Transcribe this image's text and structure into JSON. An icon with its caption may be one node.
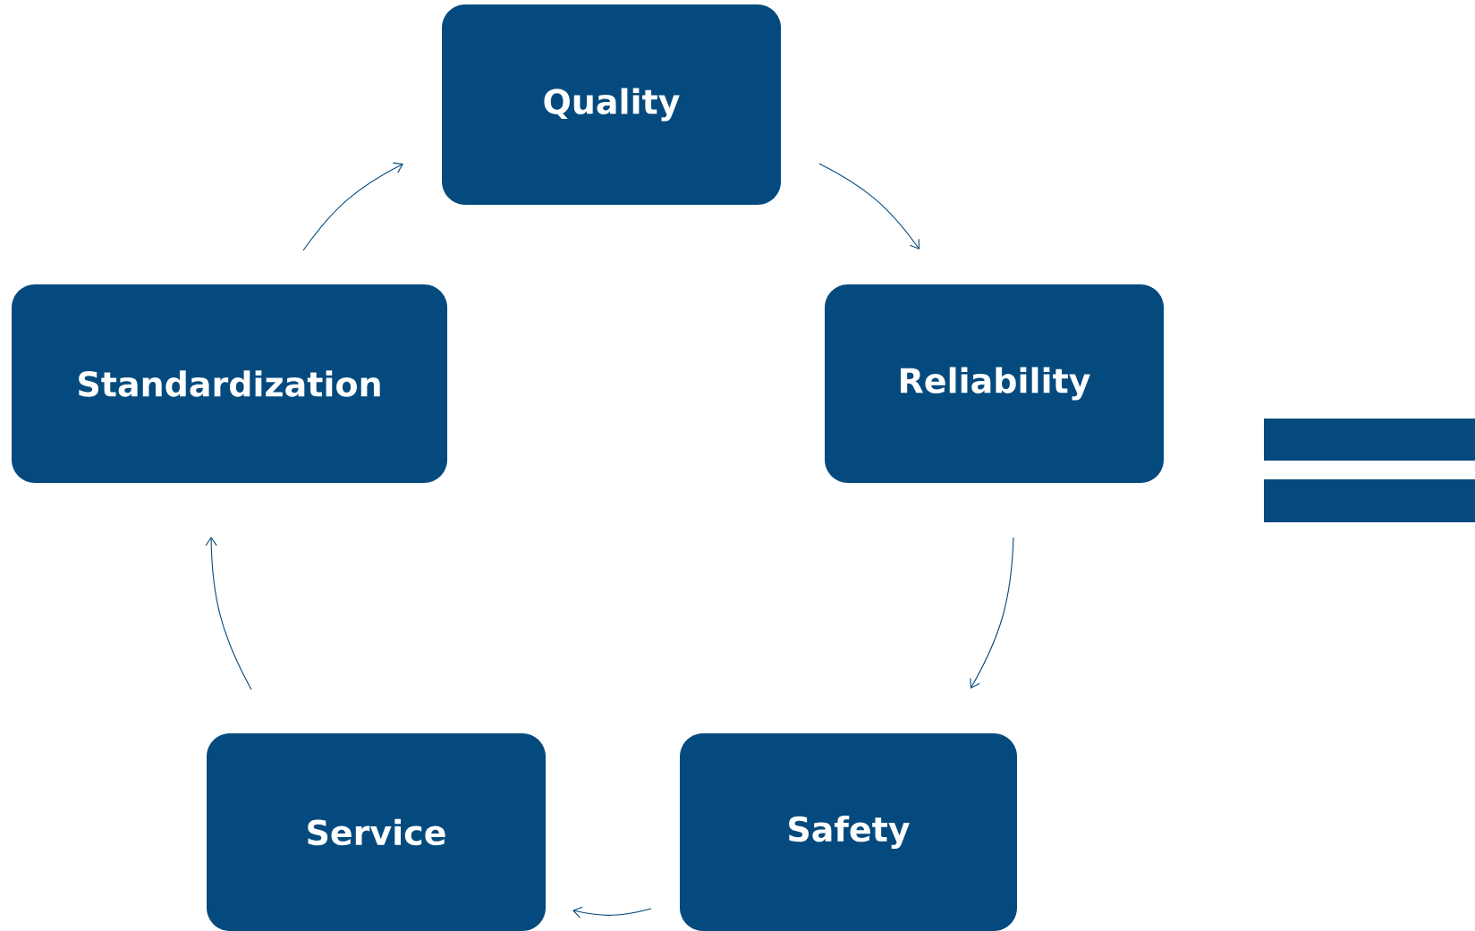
{
  "diagram": {
    "nodes": [
      {
        "text": [
          "Quality"
        ]
      },
      {
        "text": [
          "Standardization"
        ]
      },
      {
        "text": [
          "Reliability"
        ]
      },
      {
        "text": [
          "Service"
        ]
      },
      {
        "text": [
          "Safety"
        ]
      }
    ],
    "edges": [
      {
        "from": 0,
        "to": 2,
        "arrow": "to"
      },
      {
        "from": 2,
        "to": 4,
        "arrow": "to"
      },
      {
        "from": 4,
        "to": 3,
        "arrow": "to"
      },
      {
        "from": 3,
        "to": 1,
        "arrow": "to"
      },
      {
        "from": 1,
        "to": 0,
        "arrow": "to"
      }
    ]
  }
}
